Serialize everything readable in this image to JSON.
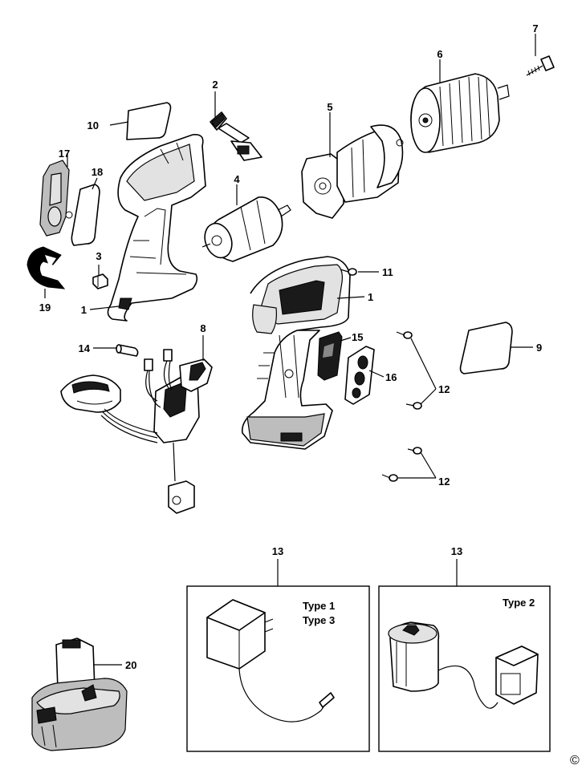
{
  "callouts": {
    "p1a": "1",
    "p1b": "1",
    "p2": "2",
    "p3": "3",
    "p4": "4",
    "p5": "5",
    "p6": "6",
    "p7": "7",
    "p8": "8",
    "p9": "9",
    "p10": "10",
    "p11": "11",
    "p12a": "12",
    "p12b": "12",
    "p13a": "13",
    "p13b": "13",
    "p14": "14",
    "p15": "15",
    "p16": "16",
    "p17": "17",
    "p18": "18",
    "p19": "19",
    "p20": "20"
  },
  "boxes": {
    "left": {
      "line1": "Type 1",
      "line2": "Type 3"
    },
    "right": {
      "line1": "Type 2"
    }
  },
  "copyright": "©"
}
